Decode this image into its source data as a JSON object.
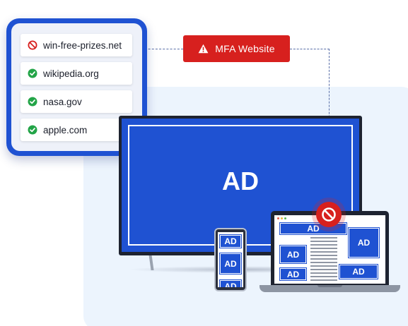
{
  "domains": [
    {
      "label": "win-free-prizes.net",
      "status": "blocked",
      "icon": "blocked-icon"
    },
    {
      "label": "wikipedia.org",
      "status": "approved",
      "icon": "check-icon"
    },
    {
      "label": "nasa.gov",
      "status": "approved",
      "icon": "check-icon"
    },
    {
      "label": "apple.com",
      "status": "approved",
      "icon": "check-icon"
    }
  ],
  "badge": {
    "label": "MFA Website",
    "icon": "warning-icon"
  },
  "tv": {
    "ad_label": "AD"
  },
  "phone": {
    "ads": [
      "AD",
      "AD",
      "AD"
    ]
  },
  "laptop": {
    "ads": [
      "AD",
      "AD",
      "AD",
      "AD",
      "AD"
    ]
  },
  "colors": {
    "brand_blue": "#1f52d2",
    "alert_red": "#d7201e",
    "check_green": "#22a447",
    "background_tint": "#ecf4fd"
  }
}
